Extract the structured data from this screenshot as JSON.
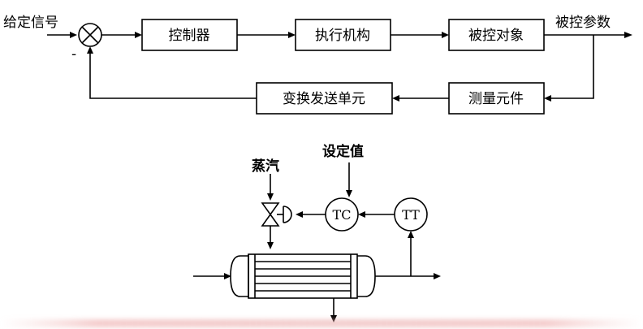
{
  "block_diagram": {
    "input_label": "给定信号",
    "minus_sign": "-",
    "blocks": {
      "controller": "控制器",
      "actuator": "执行机构",
      "plant": "被控对象",
      "sensor": "测量元件",
      "transmitter": "变换发送单元"
    },
    "output_label": "被控参数"
  },
  "process_diagram": {
    "setpoint_label": "设定值",
    "steam_label": "蒸汽",
    "controller_tag": "TC",
    "transmitter_tag": "TT"
  },
  "colors": {
    "line": "#000000",
    "background": "#ffffff",
    "bottom_blur": "#e8b0b0"
  }
}
